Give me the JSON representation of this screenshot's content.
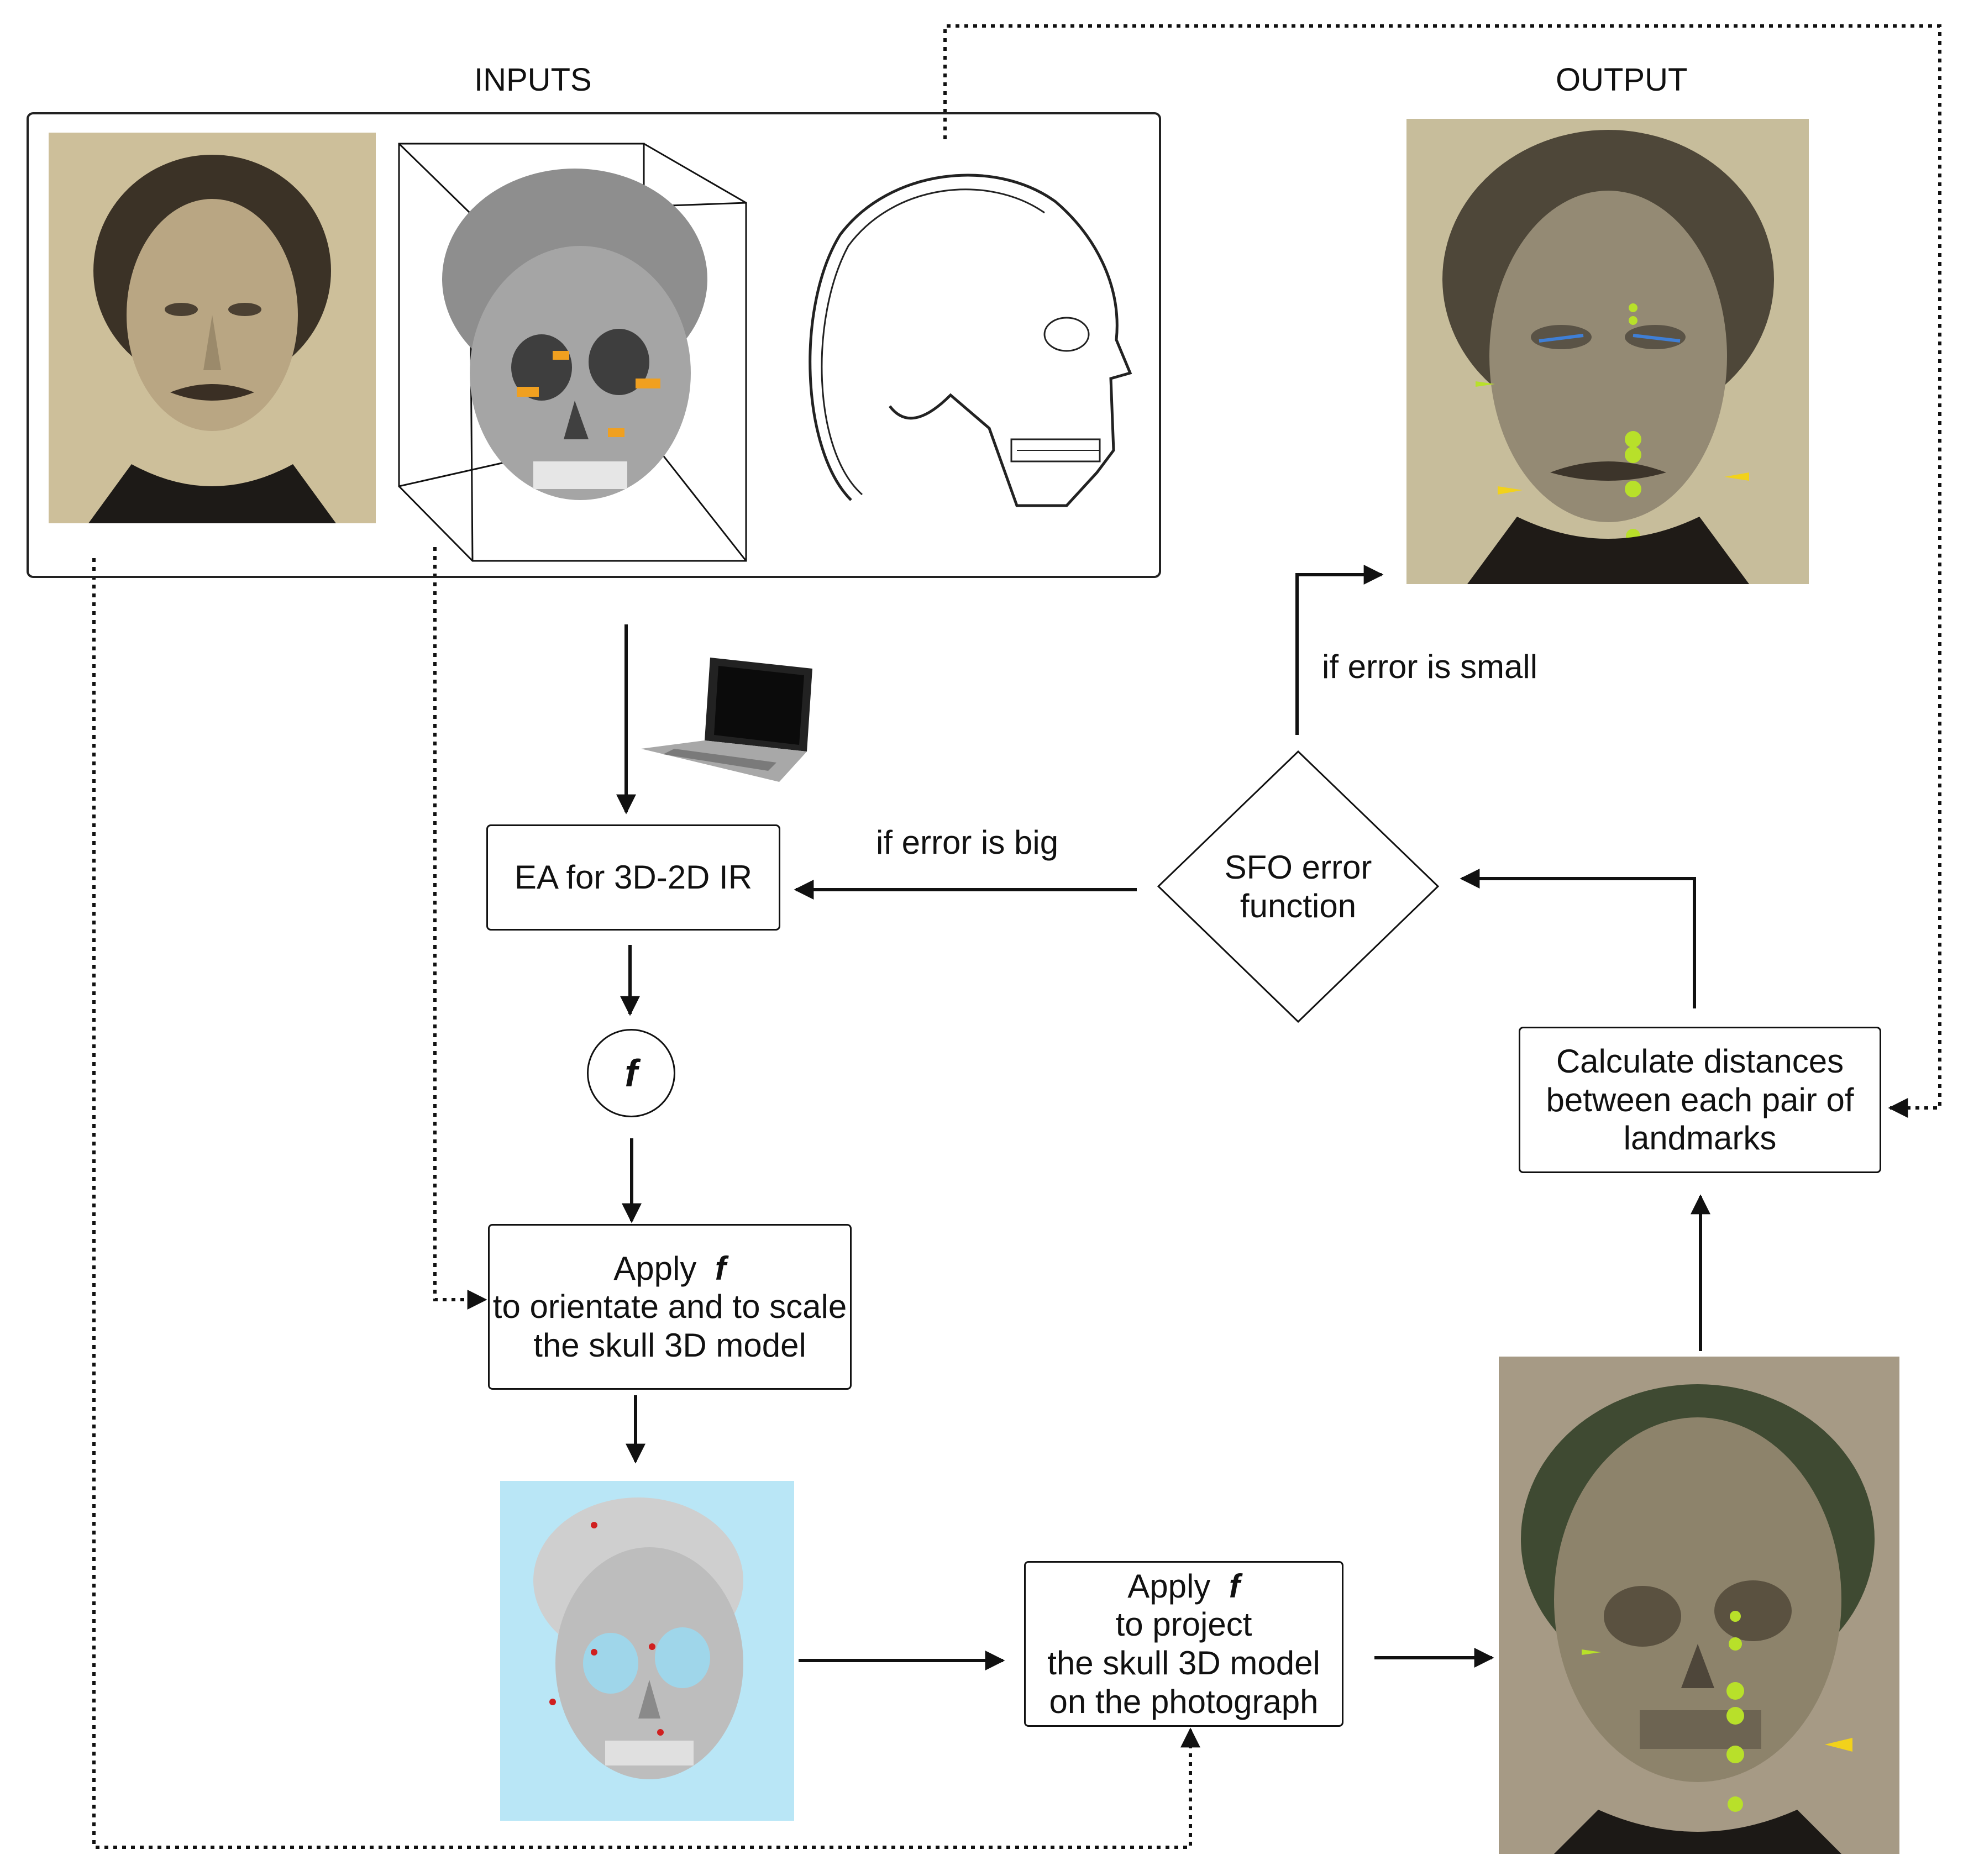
{
  "sections": {
    "inputs": "INPUTS",
    "output": "OUTPUT"
  },
  "nodes": {
    "ea": "EA for 3D-2D IR",
    "f": "f",
    "apply_orient": {
      "line1": "Apply",
      "f": "f",
      "line2": "to orientate and to scale",
      "line3": "the skull 3D model"
    },
    "apply_project": {
      "line1": "Apply",
      "f": "f",
      "line2": "to project",
      "line3": "the skull 3D model",
      "line4": "on the photograph"
    },
    "sfo": {
      "line1": "SFO error",
      "line2": "function"
    },
    "calc": {
      "line1": "Calculate distances",
      "line2": "between each pair of",
      "line3": "landmarks"
    }
  },
  "edge_labels": {
    "error_big": "if error is big",
    "error_small": "if error is small"
  },
  "colors": {
    "photo_sepia": "#cdbf9a",
    "skull_bg": "#b9e6f6",
    "landmark_green": "#b8e02a",
    "landmark_yellow": "#f2d21b",
    "marker_orange": "#f0a020",
    "stroke": "#111111"
  },
  "icons": {
    "laptop": "laptop-icon",
    "skull_3d": "skull-model-icon",
    "skull_drawing": "skull-lateral-drawing",
    "portrait": "portrait-photo",
    "superimposition": "superimposition-image"
  }
}
